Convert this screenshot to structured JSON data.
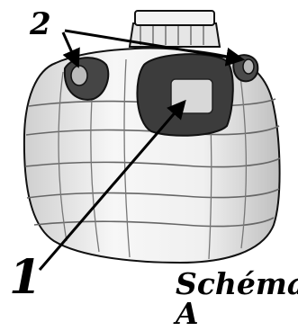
{
  "callouts": {
    "one": "1",
    "two": "2"
  },
  "caption": "Schéma A",
  "colors": {
    "tank_body": "#f3f3f3",
    "tank_shadow": "#bdbdbd",
    "dark_plate": "#3c3c3c",
    "window": "#d8d8d8",
    "outline": "#111111"
  }
}
